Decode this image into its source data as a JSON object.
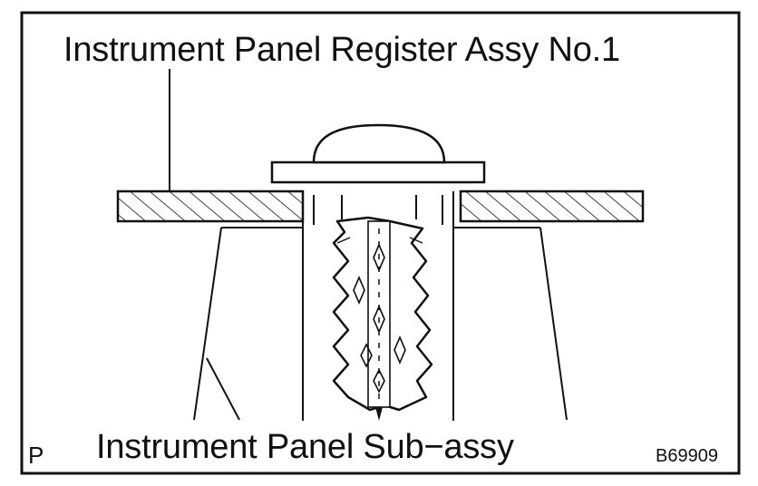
{
  "labels": {
    "part_top": "Instrument Panel Register Assy No.1",
    "part_bottom": "Instrument Panel Sub−assy",
    "view_letter": "P",
    "figure_id": "B69909"
  },
  "colors": {
    "ink": "#111111",
    "background": "#ffffff"
  }
}
